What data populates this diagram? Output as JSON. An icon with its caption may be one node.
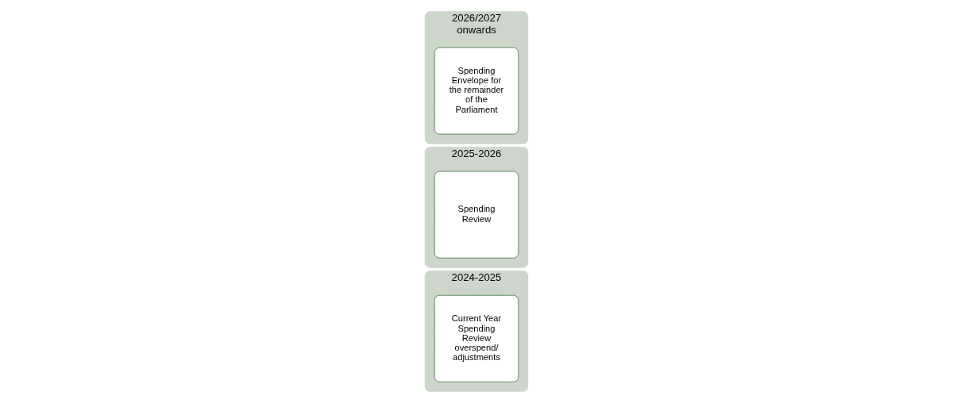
{
  "diagram": {
    "nodes": [
      {
        "text": [
          "2024-2025"
        ]
      },
      {
        "text": [
          "Current Year Spending Review overspend/ adjustments"
        ],
        "in": 0
      },
      {
        "text": [
          "2025-2026"
        ]
      },
      {
        "text": [
          "Spending Review"
        ],
        "in": 2
      },
      {
        "text": [
          "2026/2027 onwards"
        ]
      },
      {
        "text": [
          "Spending Envelope for the remainder of the Parliament"
        ],
        "in": 4
      }
    ]
  }
}
